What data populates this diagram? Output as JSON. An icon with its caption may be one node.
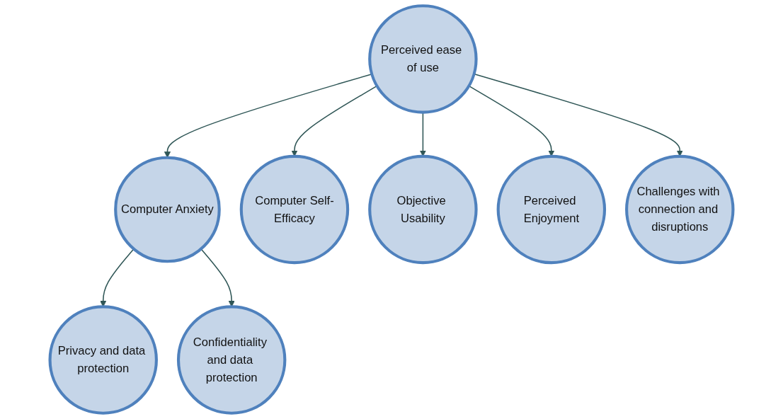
{
  "diagram": {
    "nodes": [
      {
        "text": [
          "Perceived ease of use"
        ]
      },
      {
        "text": [
          "Computer Anxiety"
        ]
      },
      {
        "text": [
          "Computer Self-Efficacy"
        ]
      },
      {
        "text": [
          "Objective Usability"
        ]
      },
      {
        "text": [
          "Perceived Enjoyment"
        ]
      },
      {
        "text": [
          "Challenges with connection and disruptions"
        ]
      },
      {
        "text": [
          "Privacy and data protection"
        ]
      },
      {
        "text": [
          "Confidentiality and data protection"
        ]
      }
    ],
    "edges": [
      {
        "from": 0,
        "to": 1,
        "arrow": "to"
      },
      {
        "from": 0,
        "to": 2,
        "arrow": "to"
      },
      {
        "from": 0,
        "to": 3,
        "arrow": "to"
      },
      {
        "from": 0,
        "to": 4,
        "arrow": "to"
      },
      {
        "from": 0,
        "to": 5,
        "arrow": "to"
      },
      {
        "from": 1,
        "to": 6,
        "arrow": "to"
      },
      {
        "from": 1,
        "to": 7,
        "arrow": "to"
      }
    ]
  }
}
